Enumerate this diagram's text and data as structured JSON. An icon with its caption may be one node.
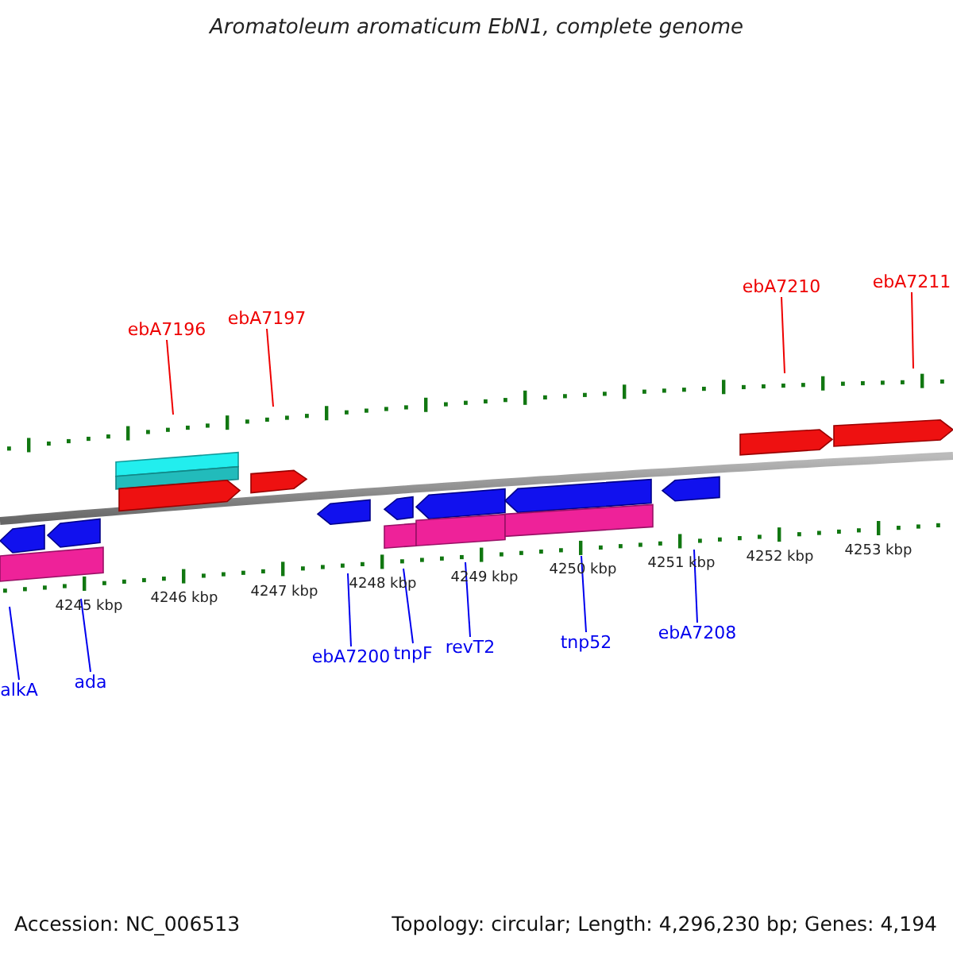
{
  "diagram": {
    "title": "Aromatoleum aromaticum EbN1, complete genome",
    "nodes": [
      {
        "text": [
          "ebA7196"
        ]
      },
      {
        "text": [
          "ebA7197"
        ]
      },
      {
        "text": [
          "ebA7210"
        ]
      },
      {
        "text": [
          "ebA7211"
        ]
      },
      {
        "text": [
          "alkA"
        ]
      },
      {
        "text": [
          "ada"
        ]
      },
      {
        "text": [
          "ebA7200"
        ]
      },
      {
        "text": [
          "tnpF"
        ]
      },
      {
        "text": [
          "revT2"
        ]
      },
      {
        "text": [
          "tnp52"
        ]
      },
      {
        "text": [
          "ebA7208"
        ]
      },
      {
        "text": [],
        "shape": "picture"
      }
    ],
    "edges": [
      {
        "from": 0,
        "to": 11,
        "arrow": "none",
        "color": "#ee0000"
      },
      {
        "from": 1,
        "to": 11,
        "arrow": "none",
        "color": "#ee0000"
      },
      {
        "from": 2,
        "to": 11,
        "arrow": "none",
        "color": "#ee0000"
      },
      {
        "from": 3,
        "to": 11,
        "arrow": "none",
        "color": "#ee0000"
      },
      {
        "from": 4,
        "to": 11,
        "arrow": "none"
      },
      {
        "from": 5,
        "to": 11,
        "arrow": "none"
      },
      {
        "from": 6,
        "to": 11,
        "arrow": "none"
      },
      {
        "from": 7,
        "to": 11,
        "arrow": "none"
      },
      {
        "from": 8,
        "to": 11,
        "arrow": "none"
      },
      {
        "from": 9,
        "to": 11,
        "arrow": "none"
      },
      {
        "from": 10,
        "to": 11,
        "arrow": "none"
      }
    ],
    "labels": [
      "4245 kbp",
      "4246 kbp",
      "4247 kbp",
      "4248 kbp",
      "4249 kbp",
      "4250 kbp",
      "4251 kbp",
      "4252 kbp",
      "4253 kbp",
      "Accession: NC_006513",
      "Topology: circular; Length: 4,296,230 bp; Genes: 4,194"
    ]
  }
}
